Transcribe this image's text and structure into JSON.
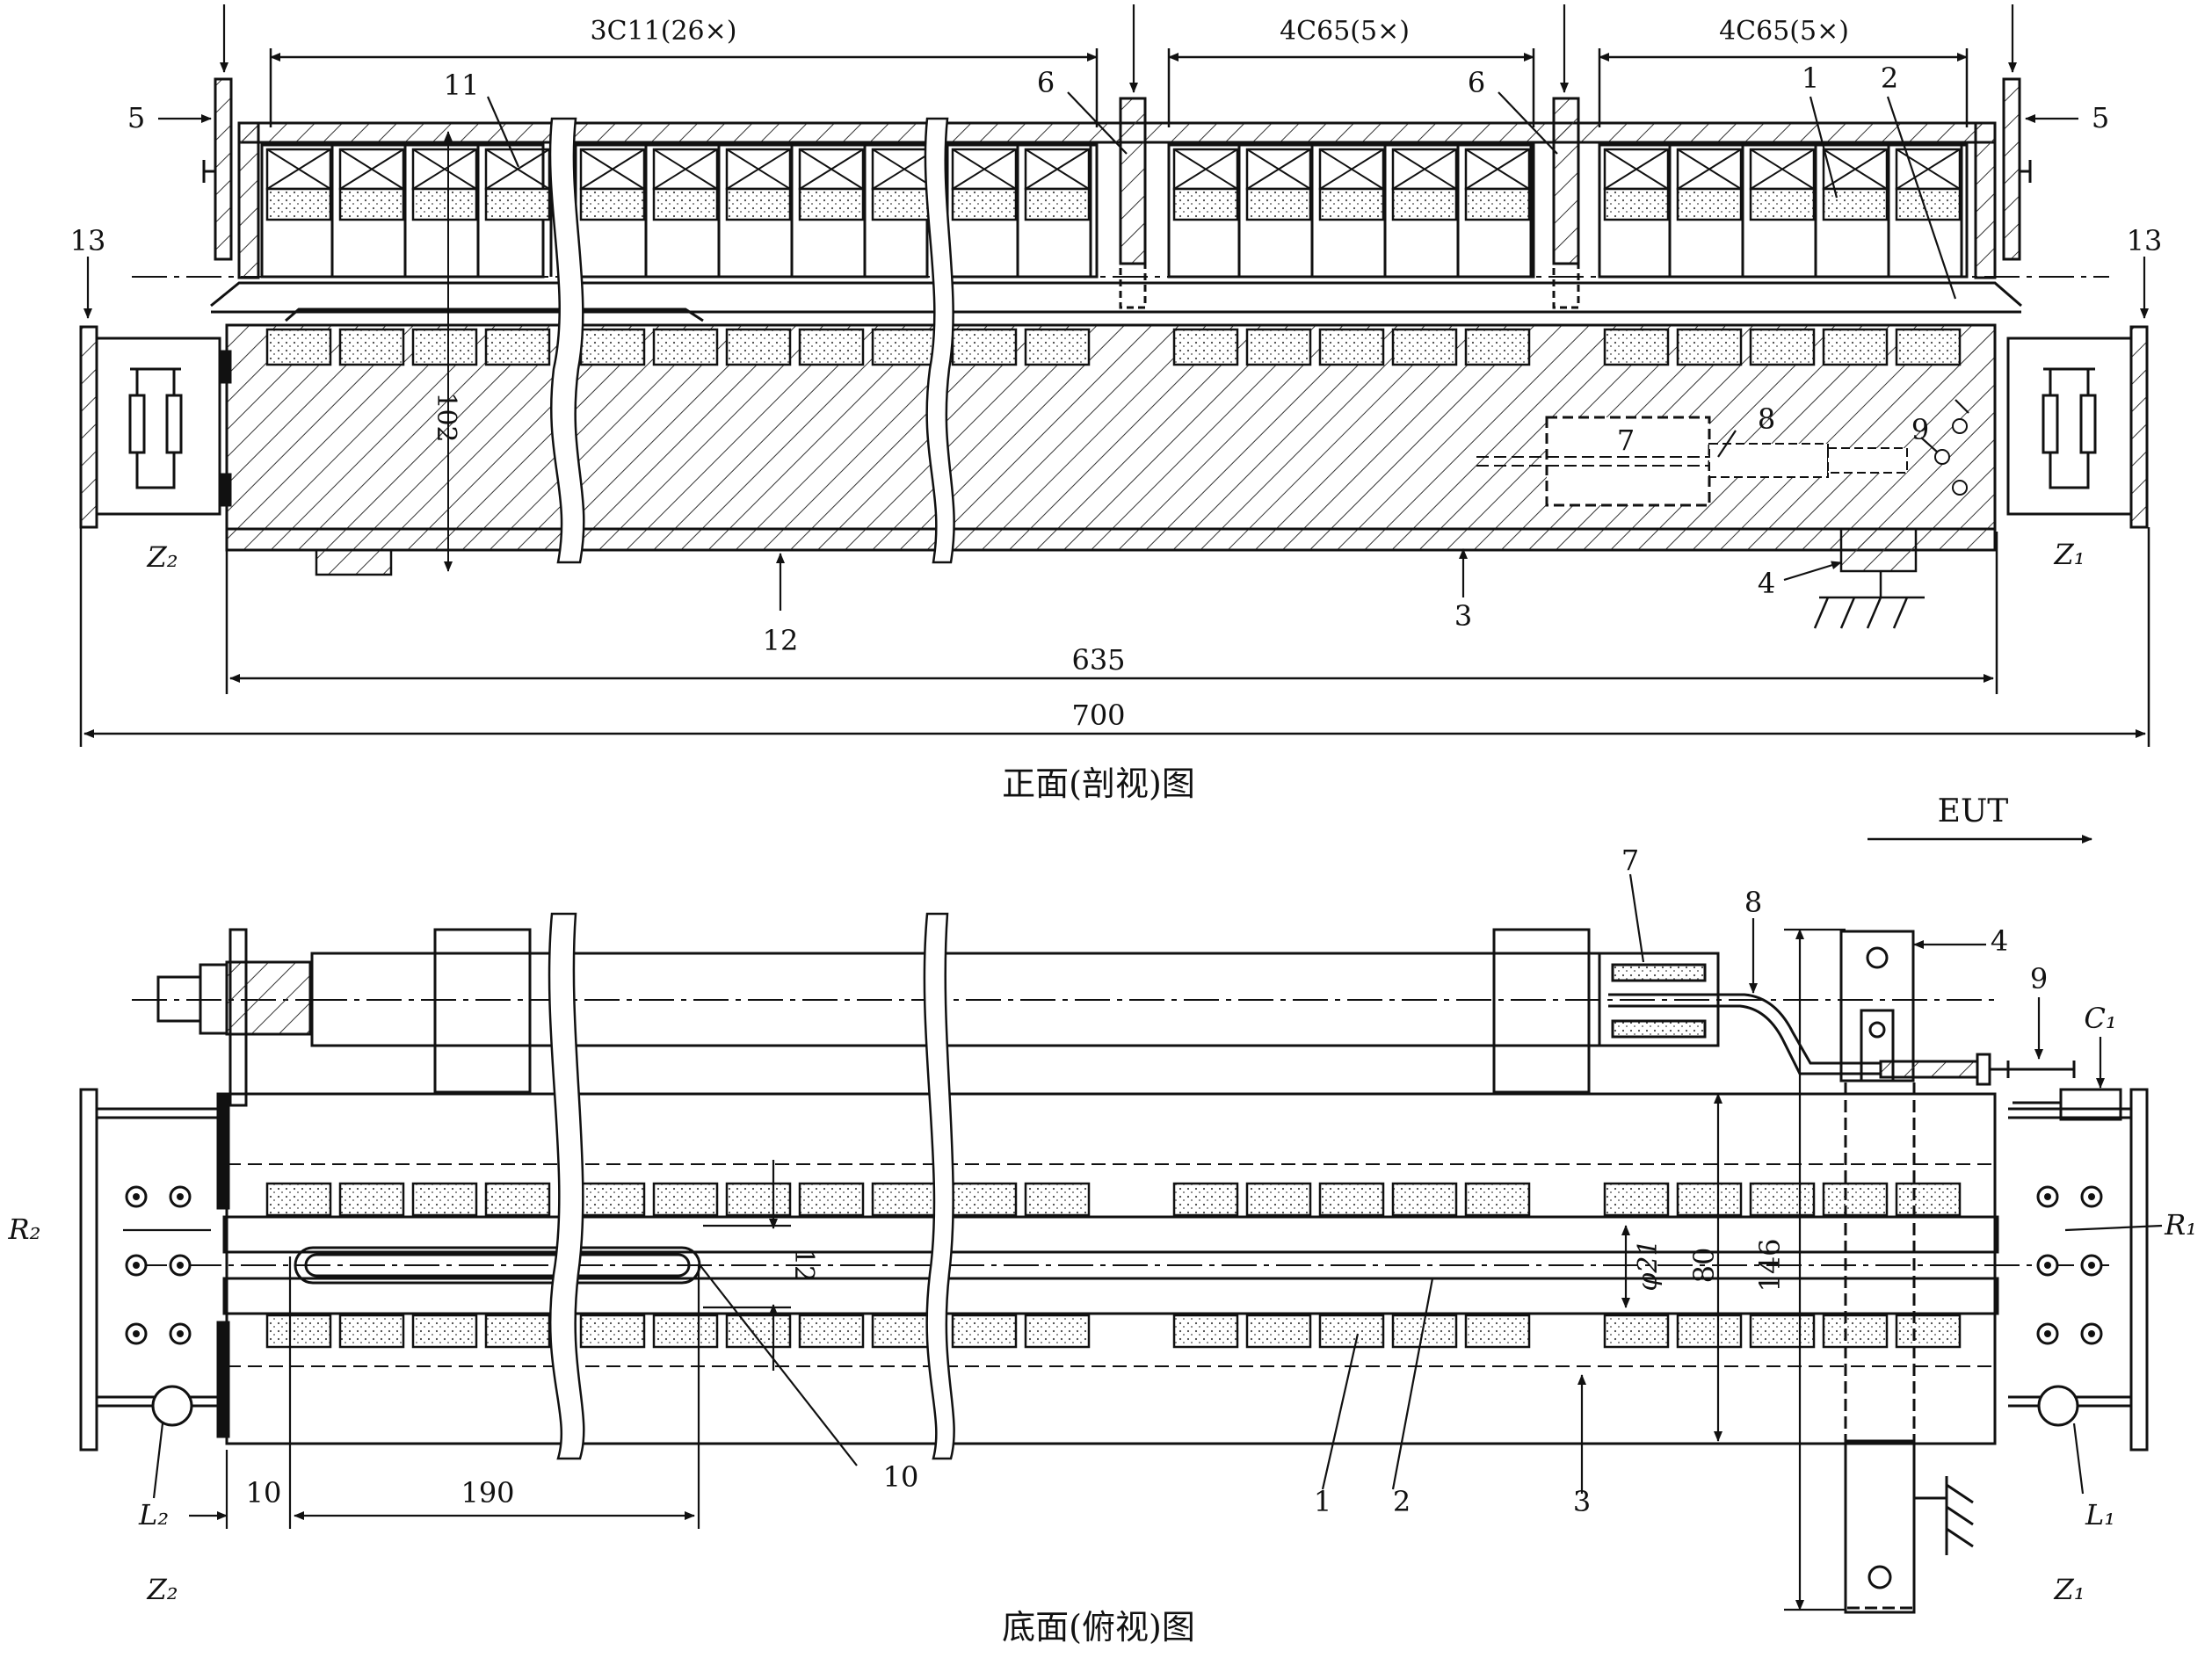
{
  "front_view": {
    "dims": {
      "span_a": "3C11(26×)",
      "span_b": "4C65(5×)",
      "span_c": "4C65(5×)",
      "height": "102",
      "inner_length": "635",
      "overall_length": "700"
    },
    "labels": {
      "p1": "1",
      "p2": "2",
      "p3": "3",
      "p4": "4",
      "p5_left": "5",
      "p5_right": "5",
      "p6_left": "6",
      "p6_right": "6",
      "p7": "7",
      "p8": "8",
      "p9": "9",
      "p11": "11",
      "p12": "12",
      "p13_left": "13",
      "p13_right": "13",
      "z2": "Z₂",
      "z1": "Z₁"
    },
    "caption": "正面(剖视)图"
  },
  "direction": {
    "label": "EUT"
  },
  "bottom_view": {
    "dims": {
      "d10": "10",
      "d190": "190",
      "d12": "12",
      "dia21": "φ21",
      "d80": "80",
      "d146": "146"
    },
    "labels": {
      "p1": "1",
      "p2": "2",
      "p3": "3",
      "p4": "4",
      "p7": "7",
      "p8": "8",
      "p9": "9",
      "p10": "10",
      "c1": "C₁",
      "r1": "R₁",
      "r2": "R₂",
      "l1": "L₁",
      "l2": "L₂",
      "z1": "Z₁",
      "z2": "Z₂"
    },
    "caption": "底面(俯视)图"
  }
}
